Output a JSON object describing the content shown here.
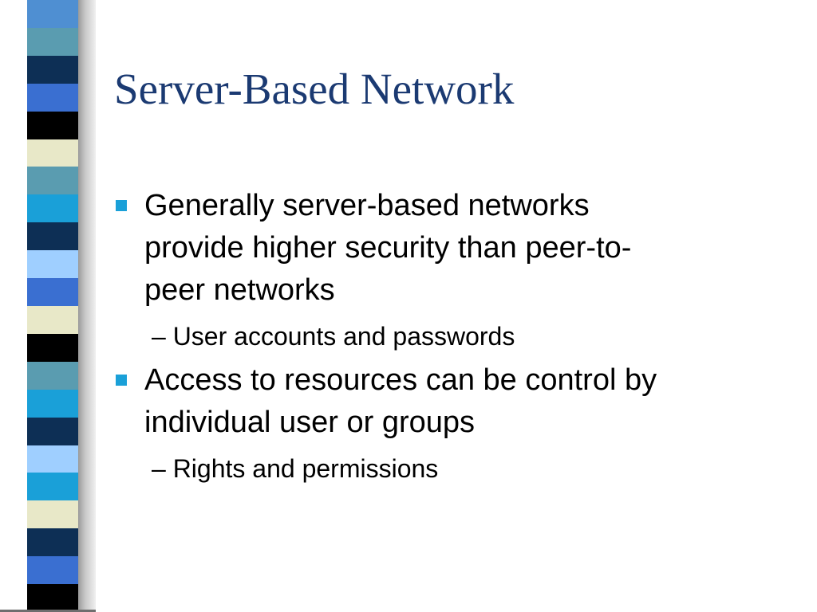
{
  "slide": {
    "title": "Server-Based Network",
    "accent_color": "#1b3a72",
    "bullet_color": "#1aa0d8",
    "items": [
      {
        "text": "Generally server-based networks provide higher security than peer-to-peer networks",
        "lines": [
          "Generally server-based networks",
          "provide higher security than peer-to-",
          "peer networks"
        ],
        "sub": "– User accounts and passwords"
      },
      {
        "text": "Access to resources can be control by individual user or groups",
        "lines": [
          "Access to resources can be control by",
          "individual user or groups"
        ],
        "sub": "– Rights and permissions"
      }
    ]
  },
  "decoration": {
    "stripe_colors": [
      "#4f8fd2",
      "#5a9cb0",
      "#0d2f55",
      "#3a6fd1",
      "#000000",
      "#e8e8c8",
      "#5a9cb0",
      "#1aa0d8",
      "#0d2f55",
      "#9fcfff",
      "#3a6fd1",
      "#e8e8c8",
      "#000000",
      "#5a9cb0",
      "#1aa0d8",
      "#0d2f55",
      "#9fcfff",
      "#1aa0d8",
      "#e8e8c8",
      "#0d2f55",
      "#3a6fd1",
      "#000000"
    ]
  }
}
